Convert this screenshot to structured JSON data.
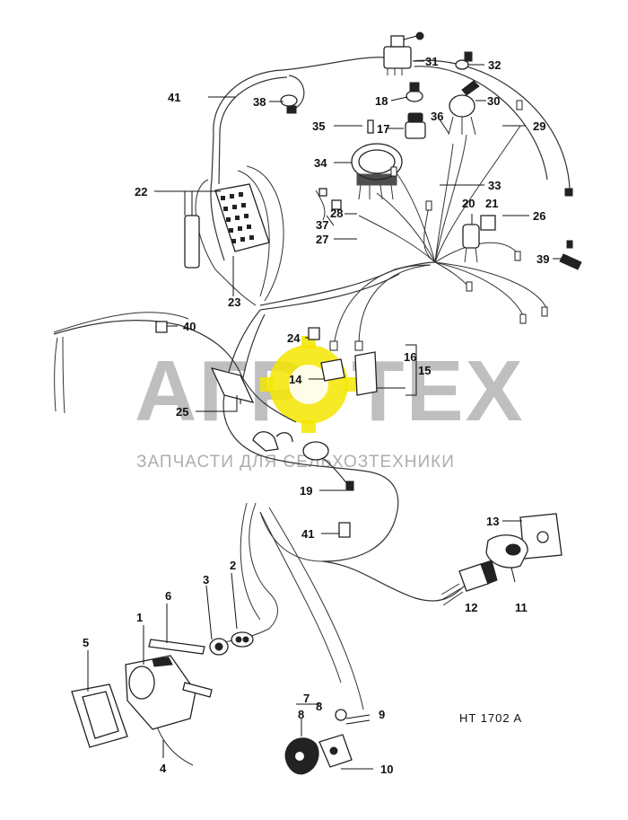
{
  "diagram": {
    "code": "HT 1702 A",
    "part_numbers": [
      "1",
      "2",
      "3",
      "4",
      "5",
      "6",
      "7",
      "8",
      "9",
      "10",
      "11",
      "12",
      "13",
      "14",
      "15",
      "16",
      "17",
      "18",
      "19",
      "20",
      "21",
      "22",
      "23",
      "24",
      "25",
      "26",
      "27",
      "28",
      "29",
      "30",
      "31",
      "32",
      "33",
      "34",
      "35",
      "36",
      "37",
      "38",
      "38",
      "39",
      "40",
      "41"
    ]
  },
  "watermark": {
    "logo_left": "АГР",
    "logo_right": "ТЕХ",
    "tagline": "ЗАПЧАСТИ ДЛЯ СЕЛЬХОЗТЕХНИКИ",
    "accent_color": "#f5e600"
  }
}
